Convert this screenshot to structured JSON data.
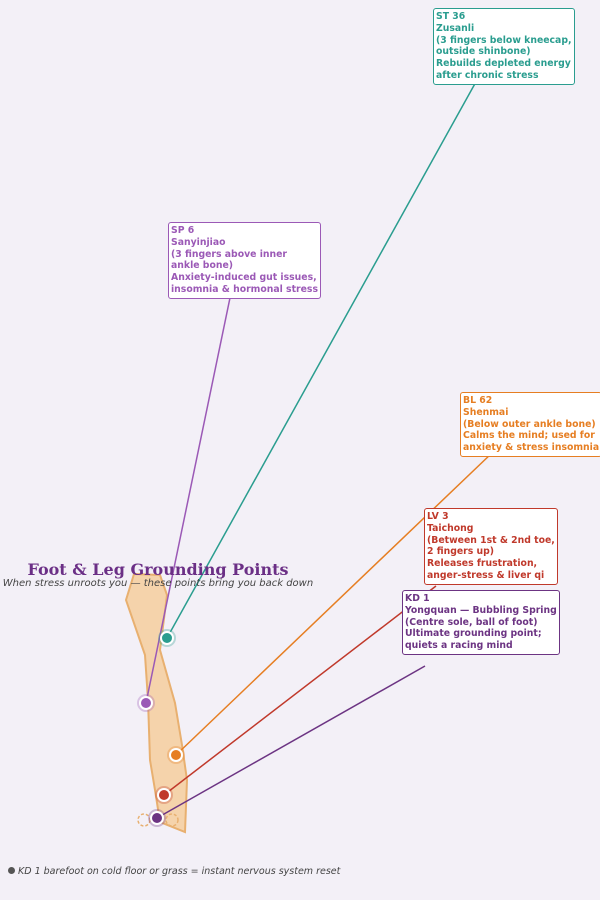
{
  "title": "Foot & Leg Grounding Points",
  "subtitle": "When stress unroots you — these points bring you back down",
  "footer": "KD 1 barefoot on cold floor or grass = instant nervous system reset",
  "points": [
    {
      "id": "ST 36",
      "name": "Zusanli",
      "location_lines": [
        "(3 fingers below kneecap,",
        "outside shinbone)"
      ],
      "benefit_lines": [
        "Rebuilds depleted energy",
        "after chronic stress"
      ],
      "color": "#2a9d8f"
    },
    {
      "id": "SP 6",
      "name": "Sanyinjiao",
      "location_lines": [
        "(3 fingers above inner",
        "ankle bone)"
      ],
      "benefit_lines": [
        "Anxiety-induced gut issues,",
        "insomnia & hormonal stress"
      ],
      "color": "#9b59b6"
    },
    {
      "id": "BL 62",
      "name": "Shenmai",
      "location_lines": [
        "(Below outer ankle bone)"
      ],
      "benefit_lines": [
        "Calms the mind; used for",
        "anxiety & stress insomnia"
      ],
      "color": "#e67e22"
    },
    {
      "id": "LV 3",
      "name": "Taichong",
      "location_lines": [
        "(Between 1st & 2nd toe,",
        "2 fingers up)"
      ],
      "benefit_lines": [
        "Releases frustration,",
        "anger-stress & liver qi"
      ],
      "color": "#c0392b"
    },
    {
      "id": "KD 1",
      "name": "Yongquan — Bubbling Spring",
      "location_lines": [
        "(Centre sole, ball of foot)"
      ],
      "benefit_lines": [
        "Ultimate grounding point;",
        "quiets a racing mind"
      ],
      "color": "#6c3483"
    }
  ]
}
